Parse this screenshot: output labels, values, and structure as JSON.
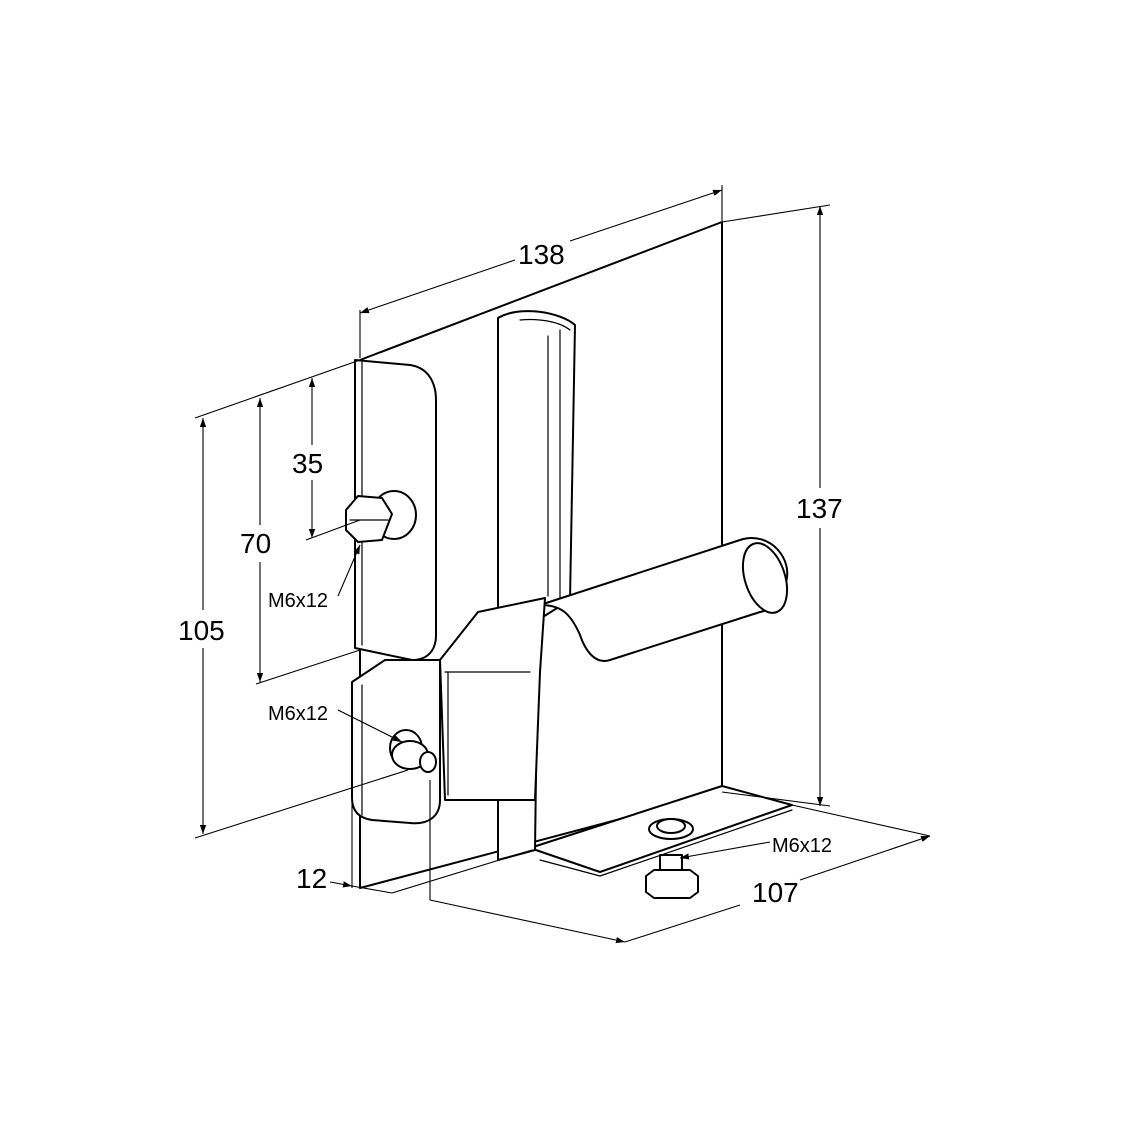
{
  "dimensions": {
    "width_top": "138",
    "height_right": "137",
    "height_105": "105",
    "height_70": "70",
    "height_35": "35",
    "thickness": "12",
    "depth_bottom": "107"
  },
  "bolts": {
    "upper": "M6x12",
    "lower": "M6x12",
    "base": "M6x12"
  },
  "colors": {
    "line": "#000000",
    "background": "#ffffff"
  }
}
